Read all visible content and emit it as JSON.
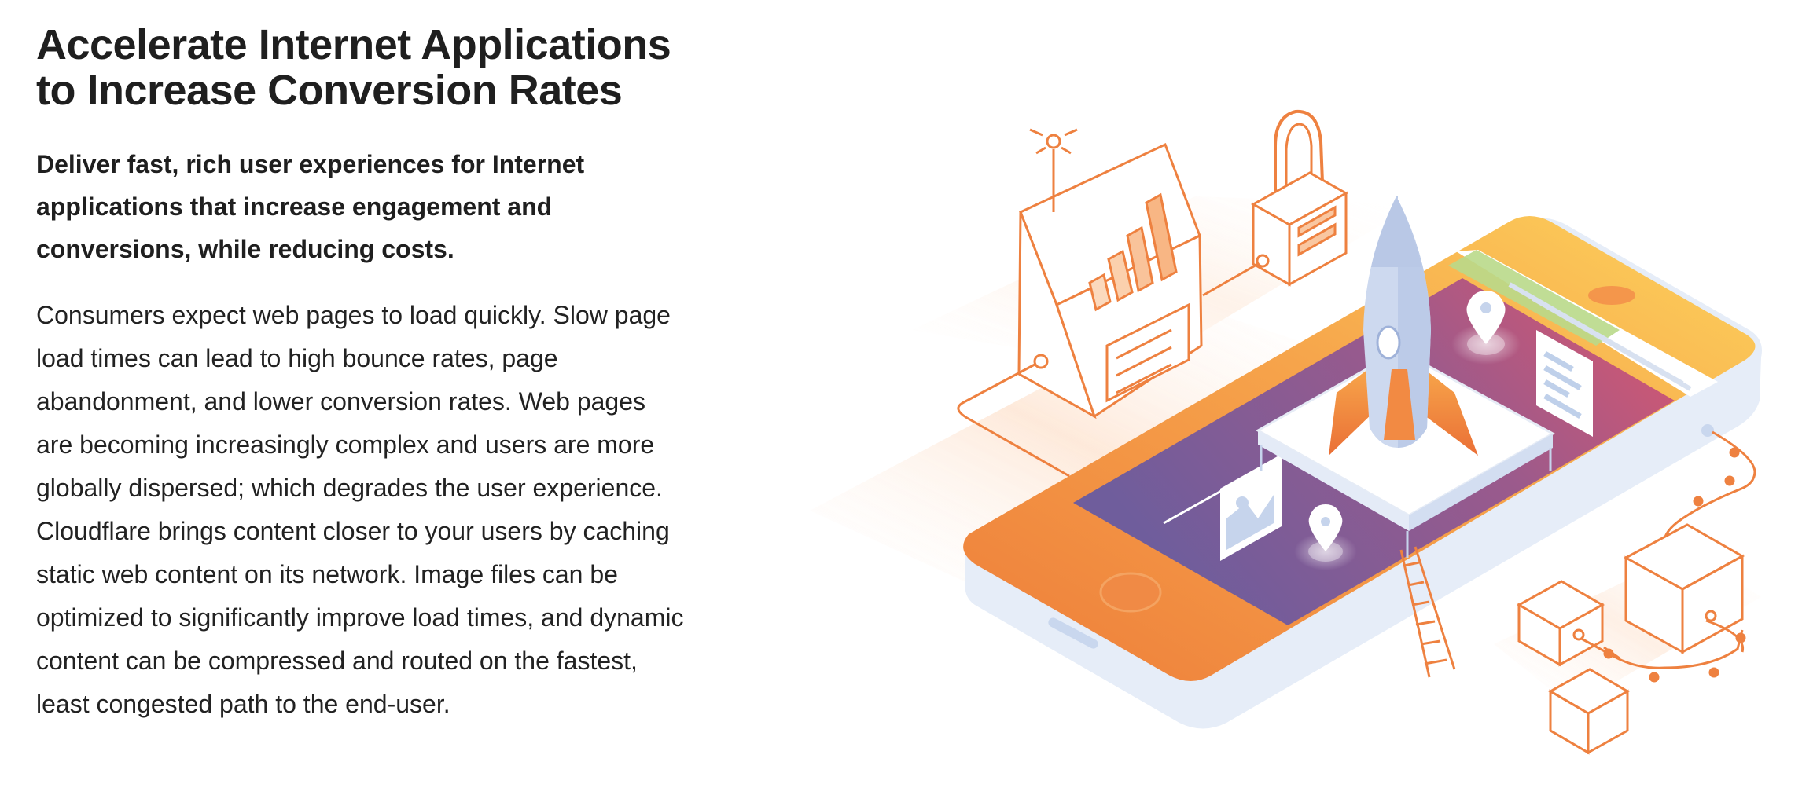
{
  "section": {
    "title": "Accelerate Internet Applications to Increase Conversion Rates",
    "lead": "Deliver fast, rich user experiences for Internet applications that increase engagement and conversions, while reducing costs.",
    "body": "Consumers expect web pages to load quickly. Slow page load times can lead to high bounce rates, page abandonment, and lower conversion rates. Web pages are becoming increasingly complex and users are more globally dispersed; which degrades the user experience. Cloudflare brings content closer to your users by caching static web content on its network. Image files can be optimized to significantly improve load times, and dynamic content can be compressed and routed on the fastest, least congested path to the end-user."
  },
  "illustration": {
    "name": "phone-rocket-illustration",
    "colors": {
      "line": "#ee8140",
      "phone_orange": "#f0843f",
      "phone_yellow": "#fbd35f",
      "screen_purple": "#7a5fa0",
      "screen_pink": "#d9566f",
      "rocket": "#c7d4ec",
      "glow": "#fde2cf"
    }
  }
}
